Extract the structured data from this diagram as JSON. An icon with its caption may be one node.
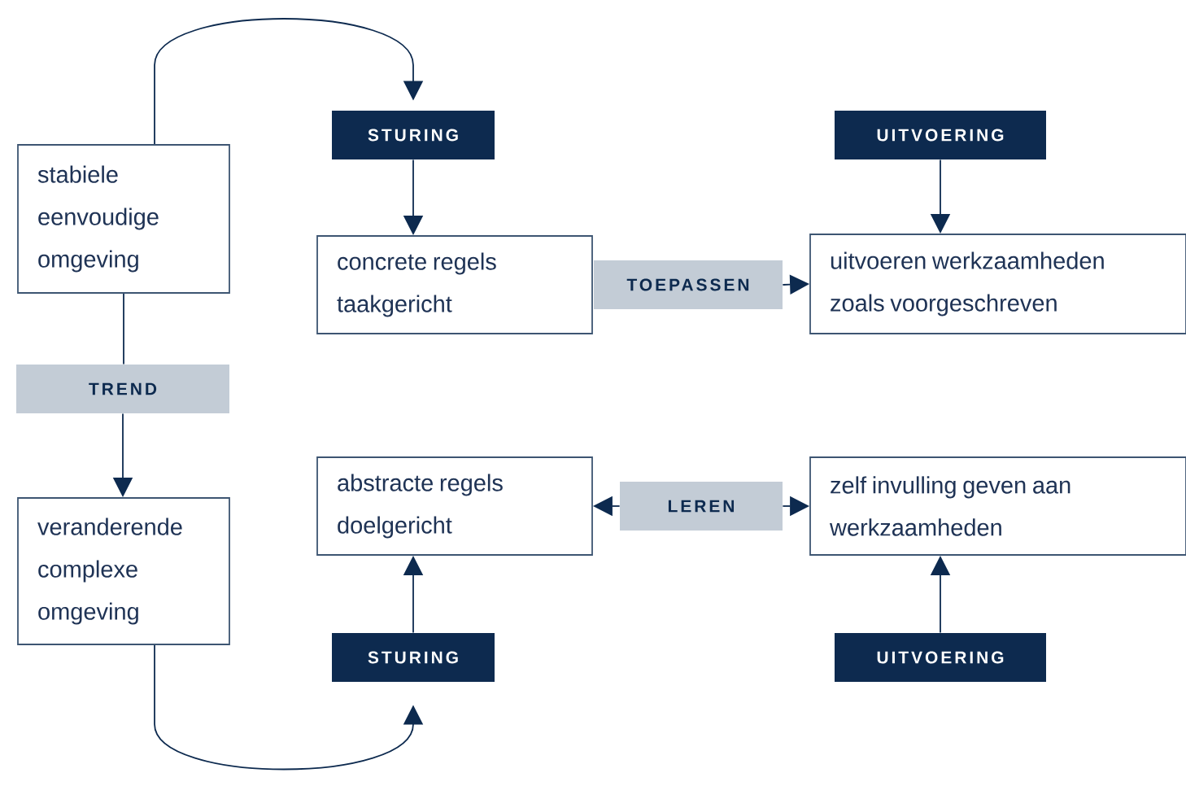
{
  "diagram": {
    "nodes": [
      {
        "text": [
          "stabiele eenvoudige omgeving"
        ]
      },
      {
        "text": [
          "STURING"
        ]
      },
      {
        "text": [
          "UITVOERING"
        ]
      },
      {
        "text": [
          "concrete regels taakgericht"
        ]
      },
      {
        "text": [
          "TOEPASSEN"
        ]
      },
      {
        "text": [
          "uitvoeren werkzaamheden zoals voorgeschreven"
        ]
      },
      {
        "text": [
          "TREND"
        ]
      },
      {
        "text": [
          "abstracte regels doelgericht"
        ]
      },
      {
        "text": [
          "LEREN"
        ]
      },
      {
        "text": [
          "zelf invulling geven aan werkzaamheden"
        ]
      },
      {
        "text": [
          "veranderende complexe omgeving"
        ]
      },
      {
        "text": [
          "STURING"
        ]
      },
      {
        "text": [
          "UITVOERING"
        ]
      }
    ],
    "edges": [
      {
        "from": 0,
        "to": 1,
        "arrow": "to"
      },
      {
        "from": 1,
        "to": 3,
        "arrow": "to"
      },
      {
        "from": 2,
        "to": 5,
        "arrow": "to"
      },
      {
        "from": 4,
        "to": 5,
        "arrow": "to"
      },
      {
        "from": 0,
        "to": 6,
        "arrow": "none"
      },
      {
        "from": 6,
        "to": 10,
        "arrow": "to"
      },
      {
        "from": 8,
        "to": 7,
        "arrow": "to"
      },
      {
        "from": 8,
        "to": 9,
        "arrow": "to"
      },
      {
        "from": 10,
        "to": 11,
        "arrow": "to"
      },
      {
        "from": 11,
        "to": 7,
        "arrow": "to"
      },
      {
        "from": 12,
        "to": 9,
        "arrow": "to"
      }
    ]
  }
}
